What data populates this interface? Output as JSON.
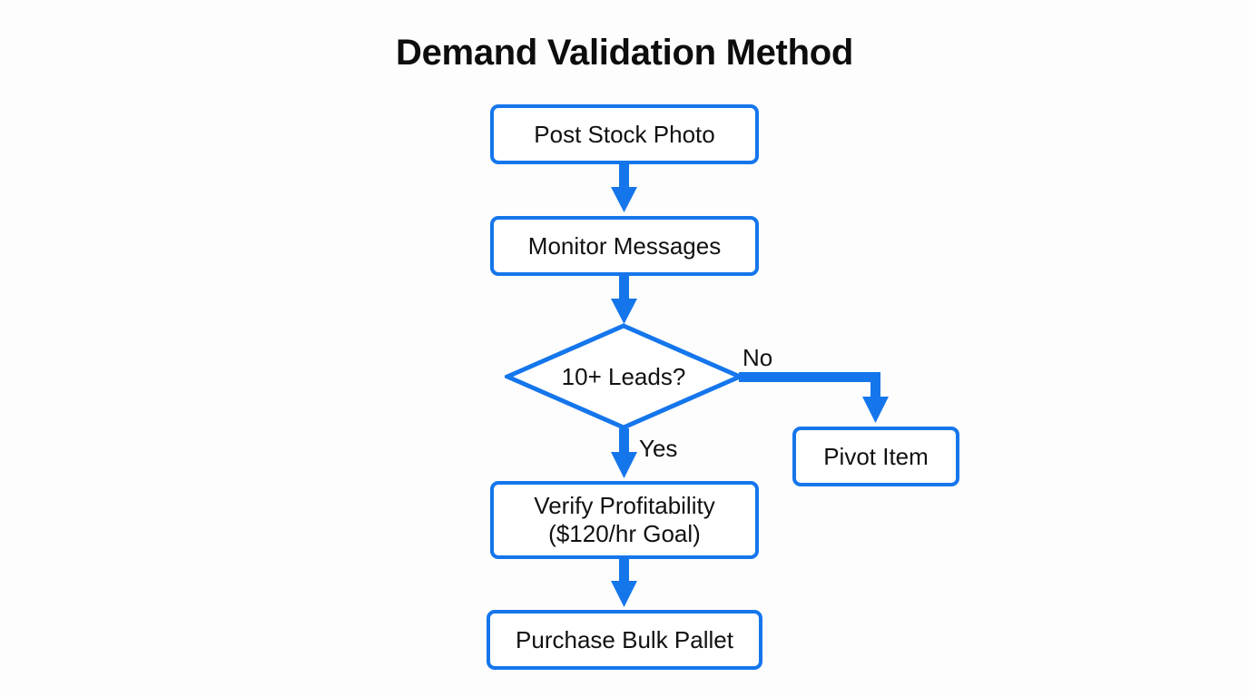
{
  "diagram": {
    "title": "Demand Validation Method",
    "type": "flowchart",
    "background_color": "#fdfdfd",
    "accent_color": "#1576ec",
    "text_color": "#111111",
    "nodes": [
      {
        "id": "post-stock-photo",
        "label": "Post Stock Photo",
        "shape": "rounded-rect"
      },
      {
        "id": "monitor-messages",
        "label": "Monitor Messages",
        "shape": "rounded-rect"
      },
      {
        "id": "decision-leads",
        "label": "10+ Leads?",
        "shape": "diamond"
      },
      {
        "id": "pivot-item",
        "label": "Pivot Item",
        "shape": "rounded-rect"
      },
      {
        "id": "verify-profitability",
        "label": "Verify Profitability\n($120/hr Goal)",
        "shape": "rounded-rect"
      },
      {
        "id": "purchase-bulk-pallet",
        "label": "Purchase Bulk Pallet",
        "shape": "rounded-rect"
      }
    ],
    "edges": [
      {
        "from": "post-stock-photo",
        "to": "monitor-messages",
        "label": ""
      },
      {
        "from": "monitor-messages",
        "to": "decision-leads",
        "label": ""
      },
      {
        "from": "decision-leads",
        "to": "pivot-item",
        "label": "No"
      },
      {
        "from": "decision-leads",
        "to": "verify-profitability",
        "label": "Yes"
      },
      {
        "from": "verify-profitability",
        "to": "purchase-bulk-pallet",
        "label": ""
      }
    ],
    "edge_labels": {
      "yes": "Yes",
      "no": "No"
    }
  }
}
